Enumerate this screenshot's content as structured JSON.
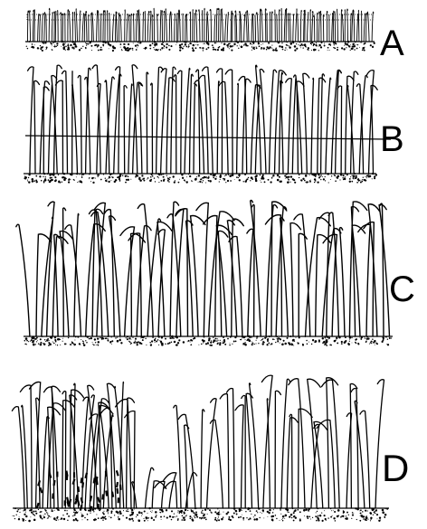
{
  "figure": {
    "panels": [
      {
        "id": "panel-a",
        "label": "A"
      },
      {
        "id": "panel-b",
        "label": "B"
      },
      {
        "id": "panel-c",
        "label": "C"
      },
      {
        "id": "panel-d",
        "label": "D"
      }
    ],
    "ink_color": "#000000",
    "paper_color": "#ffffff"
  }
}
